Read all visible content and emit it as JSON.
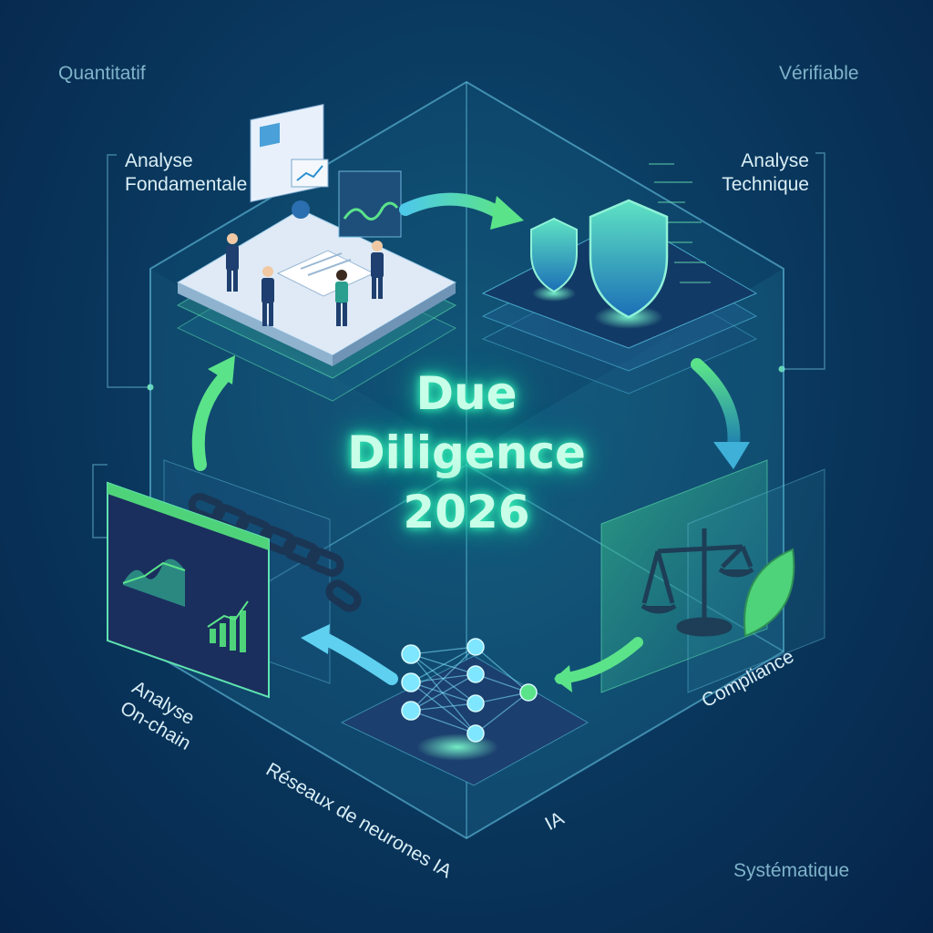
{
  "title": {
    "line1": "Due",
    "line2": "Diligence",
    "line3": "2026"
  },
  "corners": {
    "top_left": "Quantitatif",
    "top_right": "Vérifiable",
    "bottom_right": "Systématique"
  },
  "stages": {
    "fundamental": {
      "line1": "Analyse",
      "line2": "Fondamentale"
    },
    "technical": {
      "line1": "Analyse",
      "line2": "Technique"
    },
    "compliance": "Compliance",
    "ai": "IA",
    "neural": "Réseaux de neurones IA",
    "onchain": {
      "line1": "Analyse",
      "line2": "On-chain"
    }
  },
  "colors": {
    "accent_green": "#5be38a",
    "accent_cyan": "#5fd0f0",
    "glow": "#3dffc0",
    "background": "#0a3a60"
  },
  "icons": [
    "team-meeting-icon",
    "shield-icon",
    "scales-of-justice-icon",
    "leaf-icon",
    "neural-network-icon",
    "chain-link-icon",
    "dashboard-chart-icon"
  ]
}
